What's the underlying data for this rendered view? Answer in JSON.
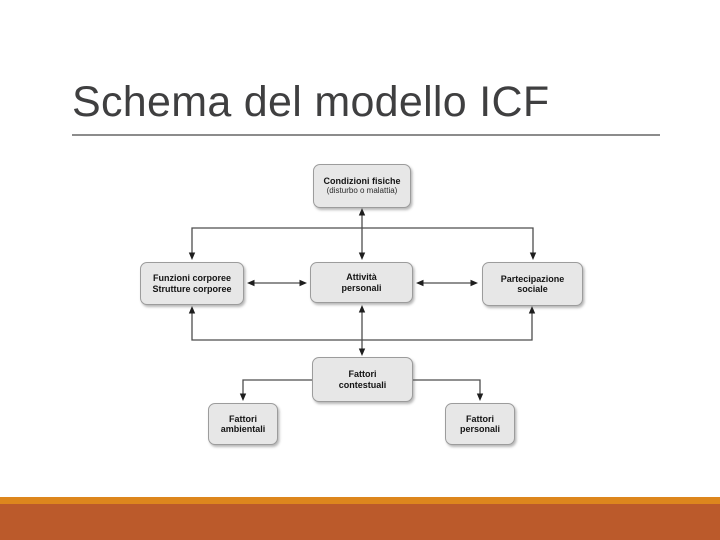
{
  "slide": {
    "title": "Schema del modello ICF",
    "colors": {
      "title_text": "#3f3f40",
      "title_rule": "#8c8c8c",
      "band_orange": "#dd861d",
      "band_brick": "#bb5a2b",
      "box_fill": "#e7e7e7",
      "box_border": "#9c9c9c",
      "connector": "#4d4d4d"
    }
  },
  "diagram": {
    "boxes": [
      {
        "id": "condizioni",
        "line1": "Condizioni fisiche",
        "line2": "(disturbo o malattia)"
      },
      {
        "id": "funzioni",
        "line1": "Funzioni corporee",
        "line2": "Strutture corporee"
      },
      {
        "id": "attivita",
        "line1": "Attività",
        "line2": "personali"
      },
      {
        "id": "partecipazione",
        "line1": "Partecipazione",
        "line2": "sociale"
      },
      {
        "id": "contestuali",
        "line1": "Fattori",
        "line2": "contestuali"
      },
      {
        "id": "ambientali",
        "line1": "Fattori",
        "line2": "ambientali"
      },
      {
        "id": "personali",
        "line1": "Fattori",
        "line2": "personali"
      }
    ],
    "edges": [
      {
        "from": "condizioni",
        "to": "attivita",
        "type": "double-arrow"
      },
      {
        "from": "condizioni",
        "to": "funzioni",
        "type": "arrow-down"
      },
      {
        "from": "condizioni",
        "to": "partecipazione",
        "type": "arrow-down"
      },
      {
        "from": "funzioni",
        "to": "attivita",
        "type": "double-arrow"
      },
      {
        "from": "attivita",
        "to": "partecipazione",
        "type": "double-arrow"
      },
      {
        "from": "contestuali",
        "to": "funzioni",
        "type": "arrow-up"
      },
      {
        "from": "contestuali",
        "to": "attivita",
        "type": "double-arrow"
      },
      {
        "from": "contestuali",
        "to": "partecipazione",
        "type": "arrow-up"
      },
      {
        "from": "contestuali",
        "to": "ambientali",
        "type": "arrow-down"
      },
      {
        "from": "contestuali",
        "to": "personali",
        "type": "arrow-down"
      }
    ]
  }
}
